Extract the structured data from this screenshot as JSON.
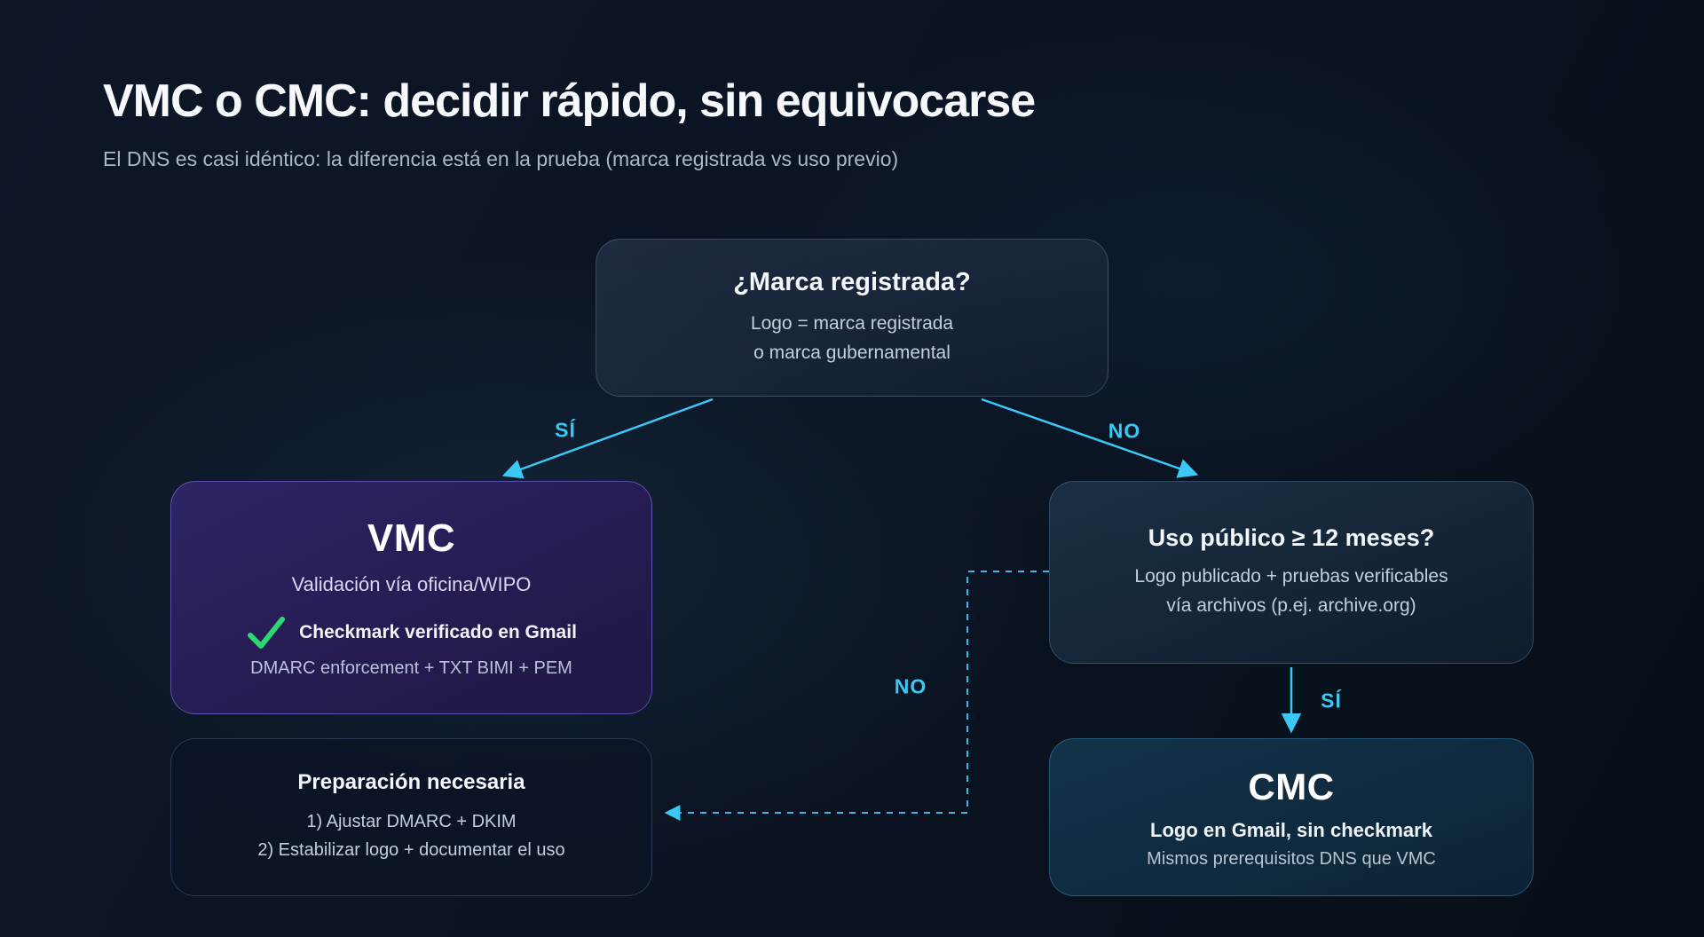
{
  "page": {
    "title": "VMC o CMC: decidir rápido, sin equivocarse",
    "subtitle": "El DNS es casi idéntico: la diferencia está en la prueba (marca registrada vs uso previo)"
  },
  "flowchart": {
    "root": {
      "title": "¿Marca registrada?",
      "line1": "Logo = marca registrada",
      "line2": "o marca gubernamental"
    },
    "vmc": {
      "title": "VMC",
      "subtitle": "Validación vía oficina/WIPO",
      "check_icon": "green-checkmark-icon",
      "check_label": "Checkmark verificado en Gmail",
      "footer": "DMARC enforcement + TXT BIMI + PEM"
    },
    "uso": {
      "title": "Uso público ≥ 12 meses?",
      "line1": "Logo publicado + pruebas verificables",
      "line2": "vía archivos (p.ej. archive.org)"
    },
    "cmc": {
      "title": "CMC",
      "line1": "Logo en Gmail, sin checkmark",
      "line2": "Mismos prerequisitos DNS que VMC"
    },
    "prep": {
      "title": "Preparación necesaria",
      "line1": "1) Ajustar DMARC + DKIM",
      "line2": "2) Estabilizar logo + documentar el uso"
    },
    "edge_labels": {
      "yes_left": "SÍ",
      "no_right": "NO",
      "no_mid": "NO",
      "yes_down": "SÍ"
    }
  },
  "colors": {
    "accent_cyan": "#3cc8f5",
    "check_green": "#2fd673",
    "background": "#0a1322",
    "vmc_purple": "#2a2058",
    "cmc_teal": "#0f2c40"
  }
}
